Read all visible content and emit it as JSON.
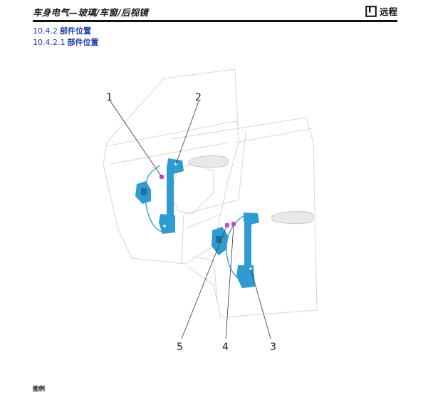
{
  "header": {
    "title": "车身电气—玻璃/车窗/后视镜",
    "brand": "远程"
  },
  "sections": [
    {
      "number": "10.4.2",
      "title": "部件位置"
    },
    {
      "number": "10.4.2.1",
      "title": "部件位置"
    }
  ],
  "diagram": {
    "callouts": [
      "1",
      "2",
      "3",
      "4",
      "5"
    ],
    "part_color": "#2f9bd0",
    "clip_color": "#c24fc8"
  },
  "legend": "图例"
}
